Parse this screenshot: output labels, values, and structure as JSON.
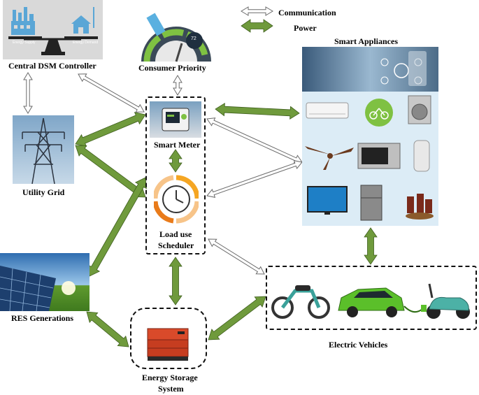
{
  "legend": {
    "communication": "Communication",
    "power": "Power"
  },
  "nodes": {
    "dsm": {
      "label": "Central DSM Controller",
      "supply_text": "Energy Supply",
      "demand_text": "Energy Demand"
    },
    "consumer": {
      "label": "Consumer Priority",
      "dial_value": "72"
    },
    "grid": {
      "label": "Utility Grid"
    },
    "res": {
      "label": "RES Generations"
    },
    "meter": {
      "label": "Smart Meter"
    },
    "scheduler": {
      "label_line1": "Load use",
      "label_line2": "Scheduler"
    },
    "appliances": {
      "label": "Smart Appliances"
    },
    "storage": {
      "label_line1": "Energy Storage",
      "label_line2": "System"
    },
    "ev": {
      "label": "Electric Vehicles"
    }
  },
  "colors": {
    "power": "#6f9a3c",
    "power_edge": "#3f5f1e",
    "comm_fill": "#ffffff",
    "comm_edge": "#6b6b6b",
    "panel_blue": "#dcecf6"
  }
}
